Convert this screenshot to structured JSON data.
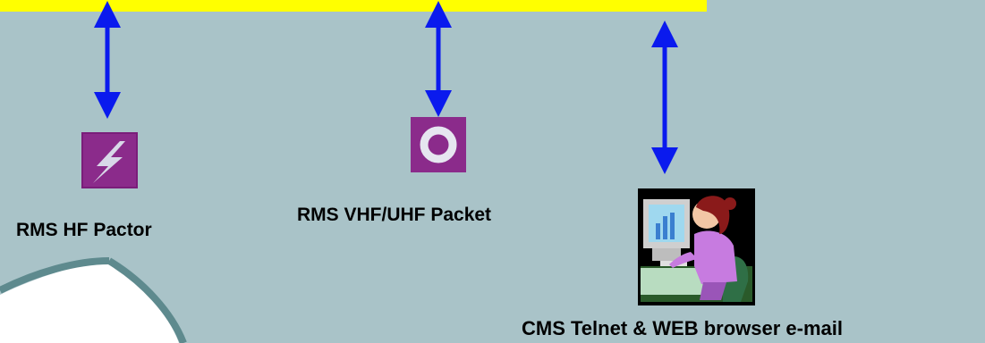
{
  "diagram": {
    "background_color": "#a9c3c8",
    "banner_color": "#ffff00",
    "arrow_color": "#0a1aee",
    "outline_color": "#5e8a8e"
  },
  "nodes": {
    "hf_pactor": {
      "label": "RMS HF Pactor",
      "icon": "lightning-icon"
    },
    "vhf_uhf_packet": {
      "label": "RMS VHF/UHF Packet",
      "icon": "ring-icon"
    },
    "cms_telnet": {
      "label": "CMS Telnet & WEB browser e-mail",
      "icon": "computer-user-icon"
    }
  }
}
